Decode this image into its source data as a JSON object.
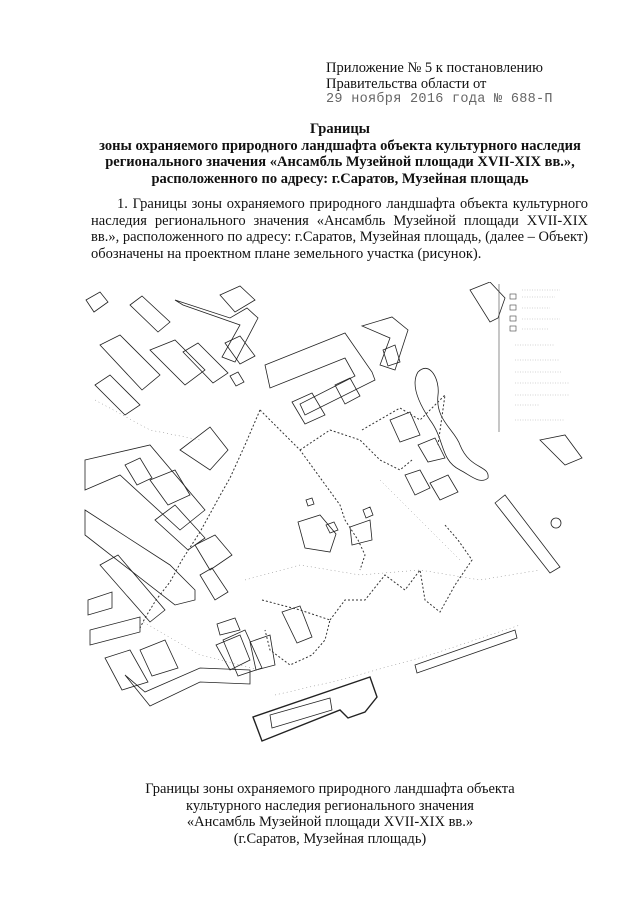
{
  "appendix": {
    "line1": "Приложение № 5 к постановлению",
    "line2": "Правительства области от",
    "date_stamp": "29 ноября 2016 года № 688-П"
  },
  "title": {
    "line1": "Границы",
    "line2": "зоны охраняемого природного ландшафта объекта культурного наследия",
    "line3": "регионального значения «Ансамбль Музейной площади XVII-XIX вв.»,",
    "line4": "расположенного по адресу: г.Саратов, Музейная площадь"
  },
  "paragraph": "1. Границы зоны охраняемого природного ландшафта объекта культурного наследия регионального значения «Ансамбль Музейной площади XVII-XIX вв.», расположенного по адресу: г.Саратов, Музейная площадь, (далее – Объект) обозначены на проектном плане земельного участка (рисунок).",
  "figure": {
    "type": "site-plan",
    "line_color": "#222222",
    "caption": {
      "line1": "Границы зоны охраняемого природного ландшафта объекта",
      "line2": "культурного наследия регионального значения",
      "line3": "«Ансамбль Музейной площади XVII-XIX вв.»",
      "line4": "(г.Саратов, Музейная площадь)"
    }
  }
}
